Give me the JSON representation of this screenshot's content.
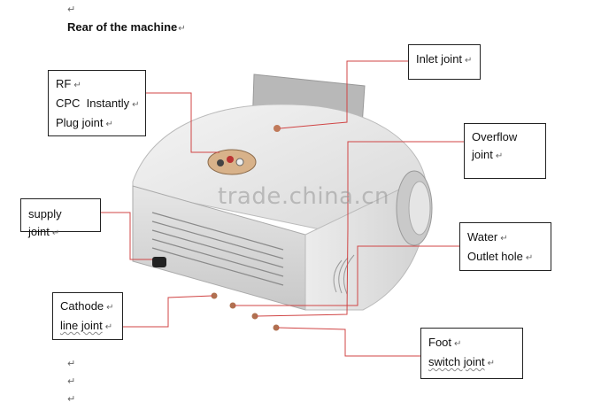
{
  "paragraph_mark": "↵",
  "heading": "Rear of the machine",
  "watermark": "trade.china.cn",
  "callouts": {
    "rf": {
      "lines": [
        "RF",
        "CPC  Instantly",
        "Plug joint"
      ]
    },
    "inlet": {
      "lines": [
        "Inlet joint"
      ]
    },
    "overflow": {
      "lines": [
        "Overflow",
        "joint"
      ]
    },
    "supply": {
      "lines": [
        "supply joint"
      ]
    },
    "water": {
      "lines": [
        "Water",
        "Outlet hole"
      ]
    },
    "cathode": {
      "lines": [
        "Cathode",
        "line joint"
      ]
    },
    "foot": {
      "lines": [
        "Foot",
        "switch joint"
      ]
    }
  },
  "colors": {
    "leader": "#d04545",
    "box_border": "#222222"
  }
}
